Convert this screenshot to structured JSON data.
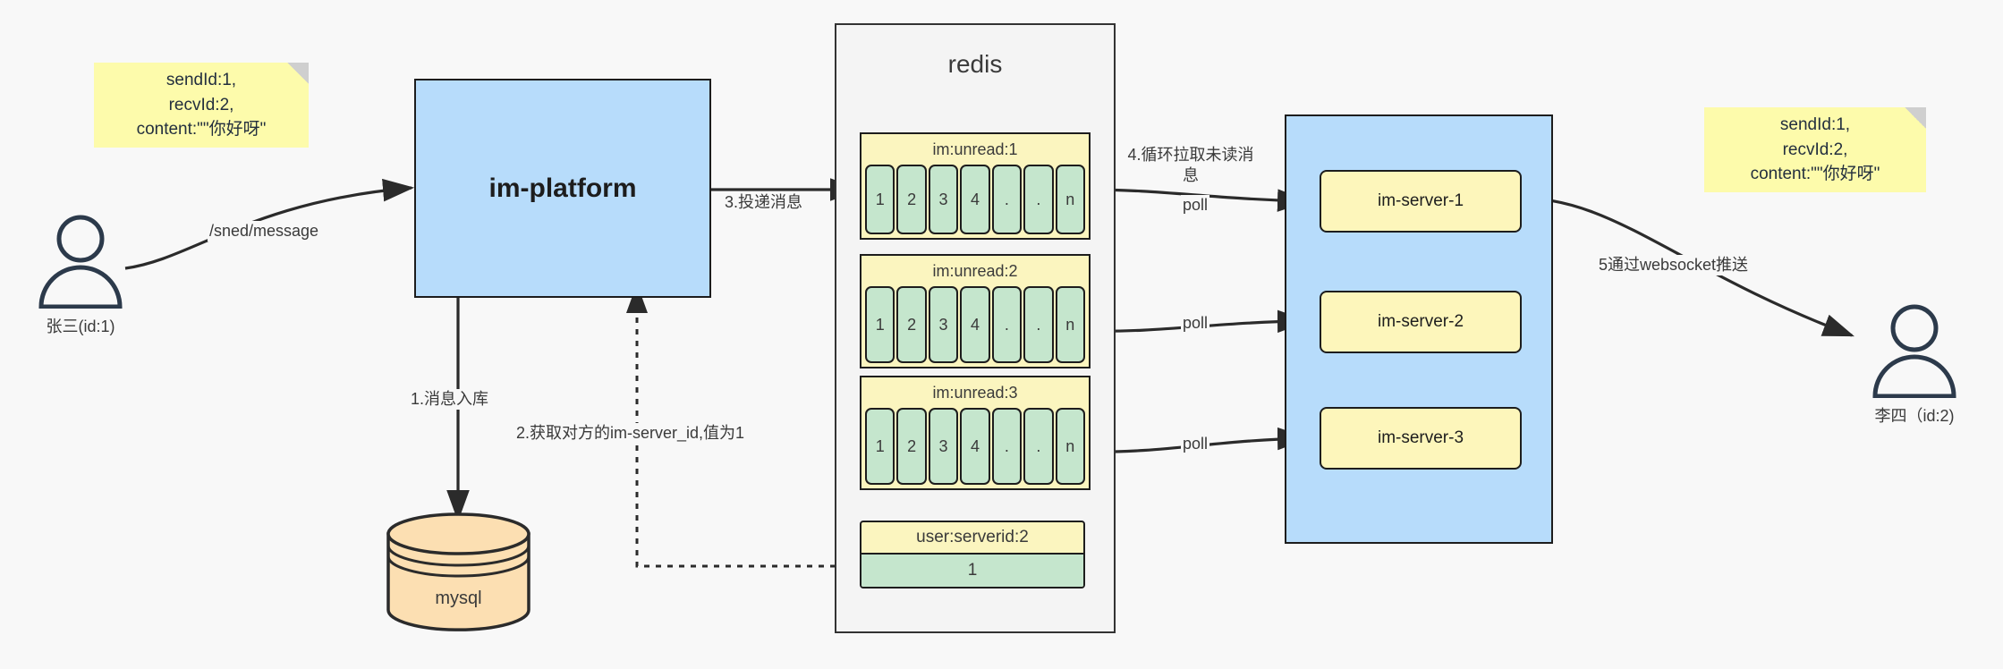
{
  "notes": {
    "left": "sendId:1,\nrecvId:2,\ncontent:\"\"你好呀\"",
    "right": "sendId:1,\nrecvId:2,\ncontent:\"\"你好呀\""
  },
  "actors": {
    "sender": {
      "label": "张三(id:1)",
      "icon": "user-icon"
    },
    "receiver": {
      "label": "李四（id:2)",
      "icon": "user-icon"
    }
  },
  "platform": {
    "label": "im-platform"
  },
  "database": {
    "label": "mysql",
    "icon": "database-cylinder-icon"
  },
  "redis": {
    "title": "redis",
    "queues": [
      {
        "name": "im:unread:1",
        "cells": [
          "1",
          "2",
          "3",
          "4",
          ".",
          ".",
          "n"
        ]
      },
      {
        "name": "im:unread:2",
        "cells": [
          "1",
          "2",
          "3",
          "4",
          ".",
          ".",
          "n"
        ]
      },
      {
        "name": "im:unread:3",
        "cells": [
          "1",
          "2",
          "3",
          "4",
          ".",
          ".",
          "n"
        ]
      }
    ],
    "kv": {
      "key": "user:serverid:2",
      "value": "1"
    }
  },
  "server_cluster": {
    "servers": [
      {
        "label": "im-server-1"
      },
      {
        "label": "im-server-2"
      },
      {
        "label": "im-server-3"
      }
    ]
  },
  "edges": {
    "send_message": "/sned/message",
    "step1": "1.消息入库",
    "step2": "2.获取对方的im-server_id,值为1",
    "step3": "3.投递消息",
    "step4": "4.循环拉取未读消\n息",
    "step5": "5通过websocket推送",
    "poll1": "poll",
    "poll2": "poll",
    "poll3": "poll"
  },
  "colors": {
    "note": "#fdfbab",
    "blue_box": "#b7dcfb",
    "queue_header": "#fbf5bf",
    "queue_cell": "#c5e6cd",
    "server": "#fdf6bb",
    "database": "#fcdfb2",
    "redis_bg": "#f4f4f4",
    "stroke": "#1d1d1d",
    "background": "#f8f8f8"
  }
}
